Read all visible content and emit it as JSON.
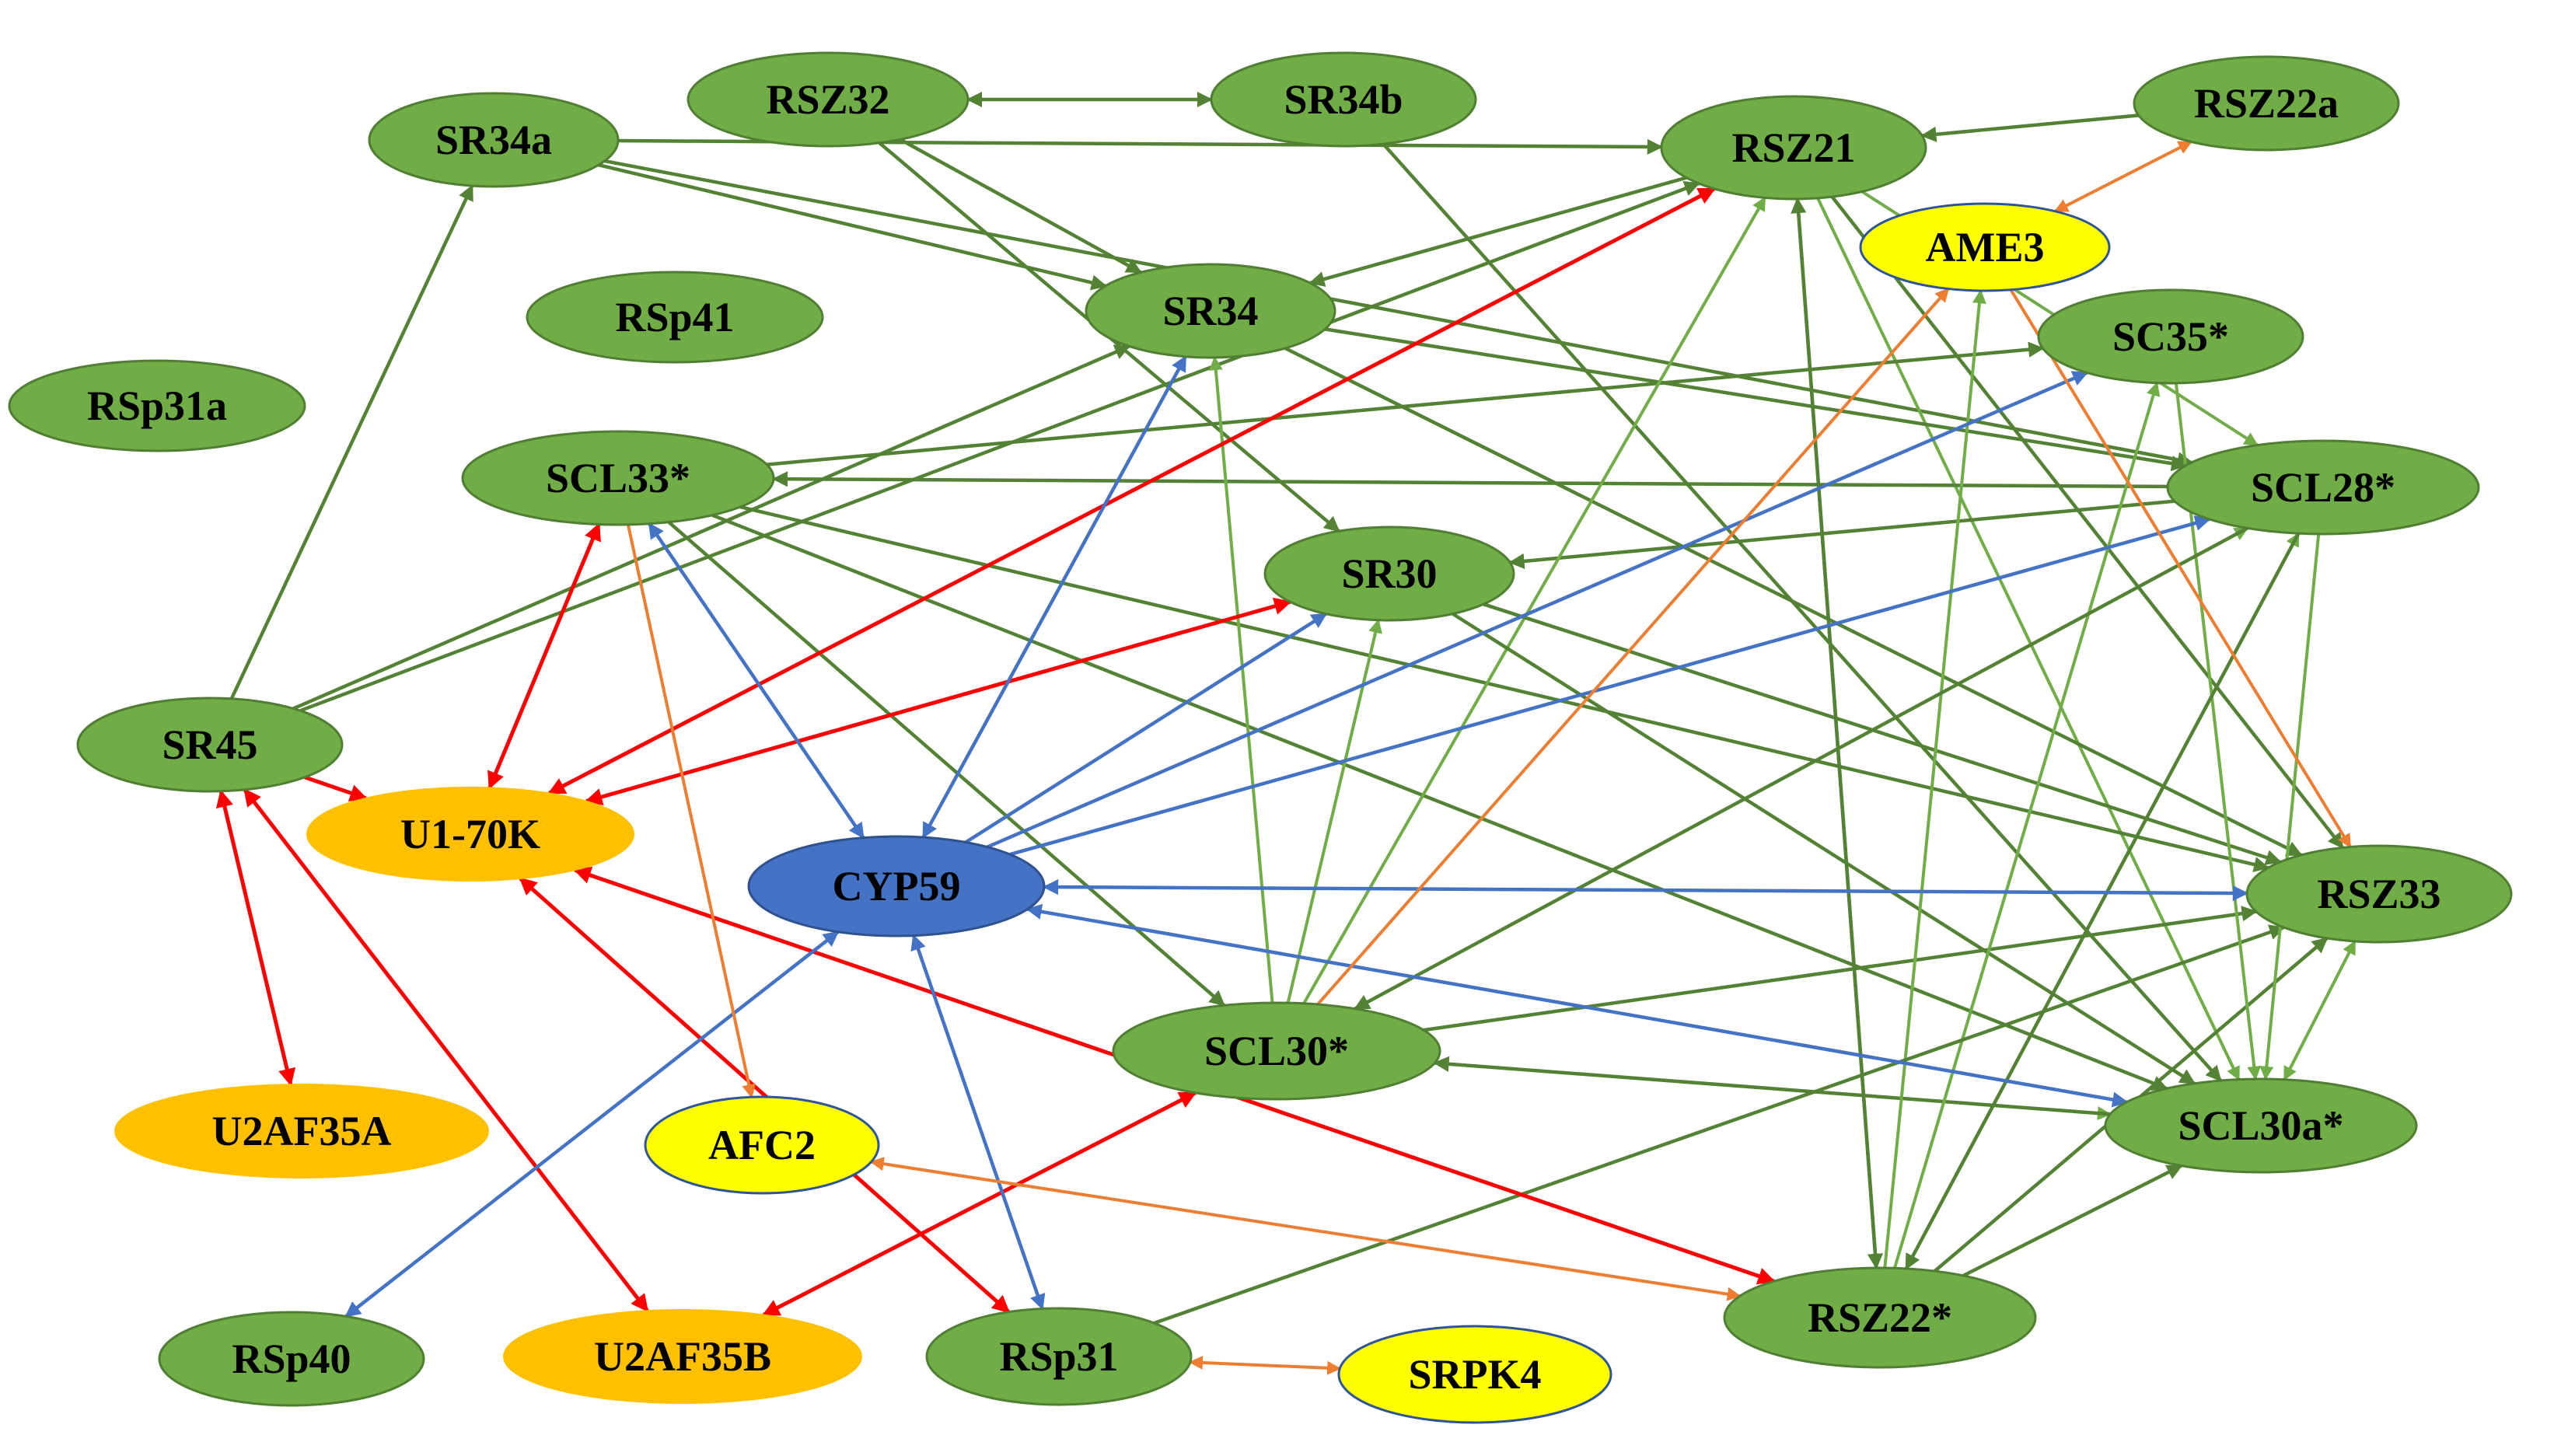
{
  "colors": {
    "node_green": "#70AD47",
    "node_green_stroke": "#507E32",
    "node_orange": "#FFC000",
    "node_yellow": "#FFFF00",
    "node_yellow_stroke": "#2F5597",
    "node_blue": "#4472C4",
    "node_blue_stroke": "#2F528F",
    "edge_dark_green": "#548235",
    "edge_light_green": "#70AD47",
    "edge_red": "#FF0000",
    "edge_blue": "#4472C4",
    "edge_orange": "#ED7D31",
    "label": "#000000"
  },
  "nodes": [
    {
      "id": "SR34a",
      "label": "SR34a",
      "style": "green"
    },
    {
      "id": "RSZ32",
      "label": "RSZ32",
      "style": "green"
    },
    {
      "id": "SR34b",
      "label": "SR34b",
      "style": "green"
    },
    {
      "id": "RSZ21",
      "label": "RSZ21",
      "style": "green"
    },
    {
      "id": "RSZ22a",
      "label": "RSZ22a",
      "style": "green"
    },
    {
      "id": "AME3",
      "label": "AME3",
      "style": "yellow"
    },
    {
      "id": "RSp41",
      "label": "RSp41",
      "style": "green"
    },
    {
      "id": "SR34",
      "label": "SR34",
      "style": "green"
    },
    {
      "id": "SC35",
      "label": "SC35*",
      "style": "green"
    },
    {
      "id": "RSp31a",
      "label": "RSp31a",
      "style": "green"
    },
    {
      "id": "SCL33",
      "label": "SCL33*",
      "style": "green"
    },
    {
      "id": "SCL28",
      "label": "SCL28*",
      "style": "green"
    },
    {
      "id": "SR30",
      "label": "SR30",
      "style": "green"
    },
    {
      "id": "SR45",
      "label": "SR45",
      "style": "green"
    },
    {
      "id": "U170K",
      "label": "U1-70K",
      "style": "orange"
    },
    {
      "id": "CYP59",
      "label": "CYP59",
      "style": "blue"
    },
    {
      "id": "RSZ33",
      "label": "RSZ33",
      "style": "green"
    },
    {
      "id": "SCL30",
      "label": "SCL30*",
      "style": "green"
    },
    {
      "id": "U2AF35A",
      "label": "U2AF35A",
      "style": "orange"
    },
    {
      "id": "AFC2",
      "label": "AFC2",
      "style": "yellow"
    },
    {
      "id": "SCL30a",
      "label": "SCL30a*",
      "style": "green"
    },
    {
      "id": "RSZ22",
      "label": "RSZ22*",
      "style": "green"
    },
    {
      "id": "RSp40",
      "label": "RSp40",
      "style": "green"
    },
    {
      "id": "U2AF35B",
      "label": "U2AF35B",
      "style": "orange"
    },
    {
      "id": "RSp31",
      "label": "RSp31",
      "style": "green"
    },
    {
      "id": "SRPK4",
      "label": "SRPK4",
      "style": "yellow"
    }
  ],
  "edges": [
    {
      "from": "RSZ32",
      "to": "SR34b",
      "color": "dark_green",
      "dir": "both"
    },
    {
      "from": "SR34a",
      "to": "RSZ21",
      "color": "dark_green",
      "dir": "to"
    },
    {
      "from": "SR34a",
      "to": "SR34",
      "color": "dark_green",
      "dir": "to"
    },
    {
      "from": "SR34a",
      "to": "SCL28",
      "color": "dark_green",
      "dir": "to"
    },
    {
      "from": "SR45",
      "to": "SR34a",
      "color": "dark_green",
      "dir": "to"
    },
    {
      "from": "RSZ32",
      "to": "SR34",
      "color": "dark_green",
      "dir": "to"
    },
    {
      "from": "RSZ32",
      "to": "SR30",
      "color": "dark_green",
      "dir": "to"
    },
    {
      "from": "RSZ22a",
      "to": "RSZ21",
      "color": "dark_green",
      "dir": "to"
    },
    {
      "from": "RSZ21",
      "to": "SR34",
      "color": "dark_green",
      "dir": "to"
    },
    {
      "from": "RSZ21",
      "to": "RSZ22",
      "color": "dark_green",
      "dir": "to"
    },
    {
      "from": "RSZ21",
      "to": "RSZ33",
      "color": "dark_green",
      "dir": "to"
    },
    {
      "from": "RSZ21",
      "to": "SCL30a",
      "color": "light_green",
      "dir": "to"
    },
    {
      "from": "RSZ21",
      "to": "SCL28",
      "color": "light_green",
      "dir": "to"
    },
    {
      "from": "SR34b",
      "to": "SCL30a",
      "color": "dark_green",
      "dir": "to"
    },
    {
      "from": "SCL33",
      "to": "RSZ33",
      "color": "dark_green",
      "dir": "to"
    },
    {
      "from": "SCL33",
      "to": "SCL30a",
      "color": "dark_green",
      "dir": "to"
    },
    {
      "from": "SCL28",
      "to": "SCL33",
      "color": "dark_green",
      "dir": "to"
    },
    {
      "from": "SCL33",
      "to": "SC35",
      "color": "dark_green",
      "dir": "to"
    },
    {
      "from": "SCL33",
      "to": "SCL30",
      "color": "dark_green",
      "dir": "to"
    },
    {
      "from": "SR45",
      "to": "RSZ21",
      "color": "dark_green",
      "dir": "to"
    },
    {
      "from": "SR45",
      "to": "SR34",
      "color": "dark_green",
      "dir": "to"
    },
    {
      "from": "SCL28",
      "to": "SR30",
      "color": "dark_green",
      "dir": "to"
    },
    {
      "from": "SR34",
      "to": "SCL28",
      "color": "dark_green",
      "dir": "to"
    },
    {
      "from": "SR34",
      "to": "RSZ33",
      "color": "dark_green",
      "dir": "to"
    },
    {
      "from": "SCL30",
      "to": "SR34",
      "color": "light_green",
      "dir": "to"
    },
    {
      "from": "SCL30",
      "to": "RSZ21",
      "color": "light_green",
      "dir": "to"
    },
    {
      "from": "SCL30",
      "to": "SR30",
      "color": "light_green",
      "dir": "to"
    },
    {
      "from": "SCL30",
      "to": "SCL28",
      "color": "light_green",
      "dir": "to"
    },
    {
      "from": "SCL30",
      "to": "SCL30a",
      "color": "light_green",
      "dir": "to"
    },
    {
      "from": "SCL30",
      "to": "RSZ33",
      "color": "dark_green",
      "dir": "to"
    },
    {
      "from": "SCL30a",
      "to": "SCL30",
      "color": "dark_green",
      "dir": "to"
    },
    {
      "from": "SR30",
      "to": "RSZ33",
      "color": "dark_green",
      "dir": "to"
    },
    {
      "from": "SR30",
      "to": "SCL30a",
      "color": "dark_green",
      "dir": "to"
    },
    {
      "from": "RSZ22",
      "to": "SCL28",
      "color": "light_green",
      "dir": "to"
    },
    {
      "from": "RSZ22",
      "to": "RSZ21",
      "color": "dark_green",
      "dir": "to"
    },
    {
      "from": "RSZ22",
      "to": "SC35",
      "color": "light_green",
      "dir": "to"
    },
    {
      "from": "RSZ22",
      "to": "RSZ33",
      "color": "dark_green",
      "dir": "to"
    },
    {
      "from": "RSZ22",
      "to": "SCL30a",
      "color": "dark_green",
      "dir": "to"
    },
    {
      "from": "RSZ22",
      "to": "AME3",
      "color": "light_green",
      "dir": "to"
    },
    {
      "from": "RSp31",
      "to": "RSZ33",
      "color": "dark_green",
      "dir": "to"
    },
    {
      "from": "SC35",
      "to": "SCL30a",
      "color": "light_green",
      "dir": "to"
    },
    {
      "from": "SCL28",
      "to": "SCL30a",
      "color": "light_green",
      "dir": "to"
    },
    {
      "from": "SCL30a",
      "to": "RSZ33",
      "color": "light_green",
      "dir": "both"
    },
    {
      "from": "SCL28",
      "to": "RSZ22",
      "color": "dark_green",
      "dir": "to"
    },
    {
      "from": "SCL28",
      "to": "SCL30",
      "color": "dark_green",
      "dir": "to"
    },
    {
      "from": "SCL33",
      "to": "U170K",
      "color": "red",
      "dir": "both"
    },
    {
      "from": "SR45",
      "to": "U170K",
      "color": "red",
      "dir": "to"
    },
    {
      "from": "SR45",
      "to": "U2AF35A",
      "color": "red",
      "dir": "both"
    },
    {
      "from": "SR45",
      "to": "U2AF35B",
      "color": "red",
      "dir": "both"
    },
    {
      "from": "U170K",
      "to": "RSZ21",
      "color": "red",
      "dir": "both"
    },
    {
      "from": "U170K",
      "to": "SR30",
      "color": "red",
      "dir": "both"
    },
    {
      "from": "U170K",
      "to": "RSZ22",
      "color": "red",
      "dir": "both"
    },
    {
      "from": "U170K",
      "to": "RSp31",
      "color": "red",
      "dir": "both"
    },
    {
      "from": "U2AF35B",
      "to": "SCL30",
      "color": "red",
      "dir": "both"
    },
    {
      "from": "SCL33",
      "to": "CYP59",
      "color": "blue",
      "dir": "both"
    },
    {
      "from": "SR34",
      "to": "CYP59",
      "color": "blue",
      "dir": "both"
    },
    {
      "from": "CYP59",
      "to": "SR30",
      "color": "blue",
      "dir": "to"
    },
    {
      "from": "CYP59",
      "to": "SC35",
      "color": "blue",
      "dir": "to"
    },
    {
      "from": "CYP59",
      "to": "SCL28",
      "color": "blue",
      "dir": "to"
    },
    {
      "from": "CYP59",
      "to": "RSZ33",
      "color": "blue",
      "dir": "both"
    },
    {
      "from": "CYP59",
      "to": "SCL30a",
      "color": "blue",
      "dir": "both"
    },
    {
      "from": "CYP59",
      "to": "RSp40",
      "color": "blue",
      "dir": "both"
    },
    {
      "from": "CYP59",
      "to": "RSp31",
      "color": "blue",
      "dir": "both"
    },
    {
      "from": "RSZ22a",
      "to": "AME3",
      "color": "orange",
      "dir": "both"
    },
    {
      "from": "SCL30",
      "to": "AME3",
      "color": "orange",
      "dir": "to"
    },
    {
      "from": "AME3",
      "to": "RSZ33",
      "color": "orange",
      "dir": "to"
    },
    {
      "from": "SCL33",
      "to": "AFC2",
      "color": "orange",
      "dir": "to"
    },
    {
      "from": "AFC2",
      "to": "RSZ22",
      "color": "orange",
      "dir": "both"
    },
    {
      "from": "RSp31",
      "to": "SRPK4",
      "color": "orange",
      "dir": "both"
    }
  ]
}
